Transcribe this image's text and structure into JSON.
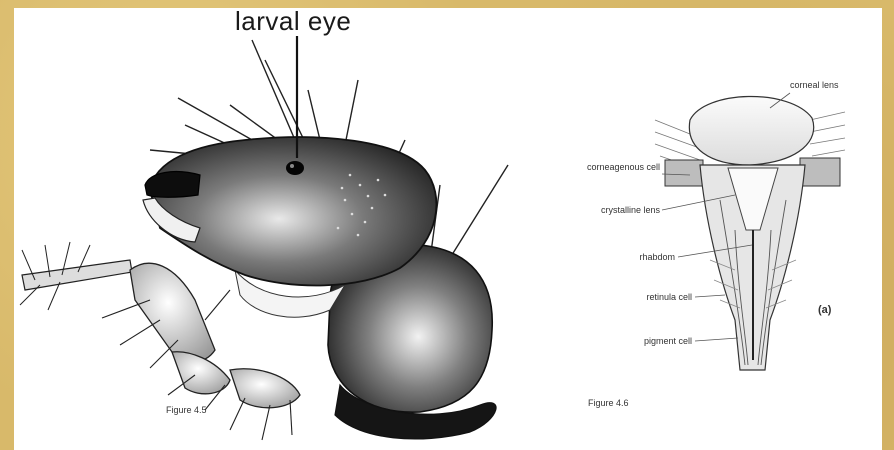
{
  "title": "larval eye",
  "head_figure": {
    "caption": "Figure 4.5"
  },
  "eye_figure": {
    "caption": "Figure 4.6",
    "panel_letter": "(a)",
    "labels": {
      "corneal_lens": "corneal lens",
      "corneagenous_cell": "corneagenous cell",
      "crystalline_lens": "crystalline lens",
      "rhabdom": "rhabdom",
      "retinula_cell": "retinula cell",
      "pigment_cell": "pigment cell"
    }
  },
  "colors": {
    "border": "#d8b96a"
  }
}
